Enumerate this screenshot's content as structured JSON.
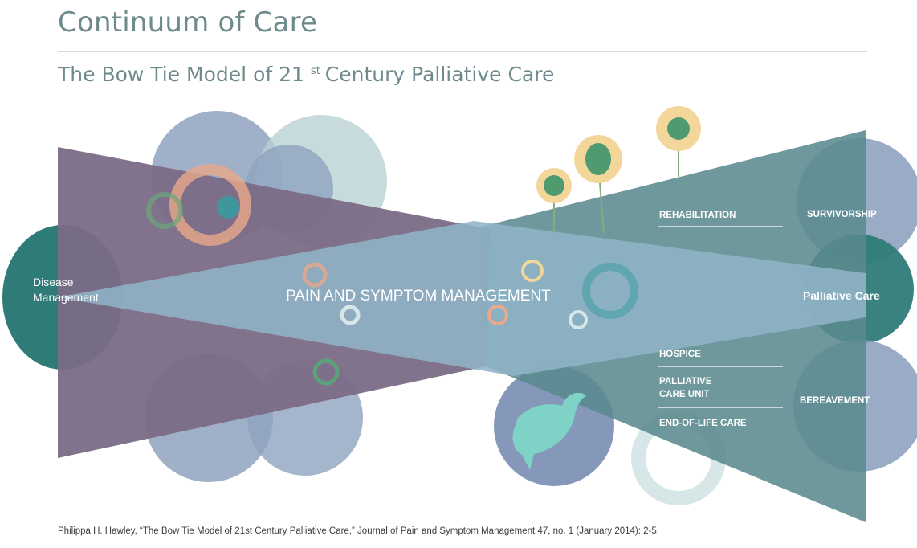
{
  "title": "Continuum of Care",
  "subtitle": {
    "main": "The Bow Tie Model of 21",
    "sup": "st",
    "rest": "Century Palliative Care"
  },
  "diagram": {
    "left_label_line1": "Disease",
    "left_label_line2": "Management",
    "center_label": "PAIN AND SYMPTOM MANAGEMENT",
    "right_label": "Palliative Care",
    "rehabilitation": "REHABILITATION",
    "survivorship": "SURVIVORSHIP",
    "hospice": "HOSPICE",
    "pcu_line1": "PALLIATIVE",
    "pcu_line2": "CARE UNIT",
    "end_of_life": "END-OF-LIFE CARE",
    "bereavement": "BEREAVEMENT"
  },
  "citation": "Philippa H. Hawley, “The Bow Tie Model of 21st Century Palliative Care,” Journal of Pain and Symptom Management 47, no. 1 (January 2014): 2-5.",
  "colors": {
    "heading": "#6f8a8c",
    "left_wing": "#7b6b86",
    "right_wing": "#5a8a8e",
    "center_band": "#8fb3c6",
    "bubble_blue": "#8fa2bf",
    "bubble_teal": "#2e7b78",
    "tree_yellow": "#f3d69a",
    "tree_green": "#4f9a6f"
  }
}
